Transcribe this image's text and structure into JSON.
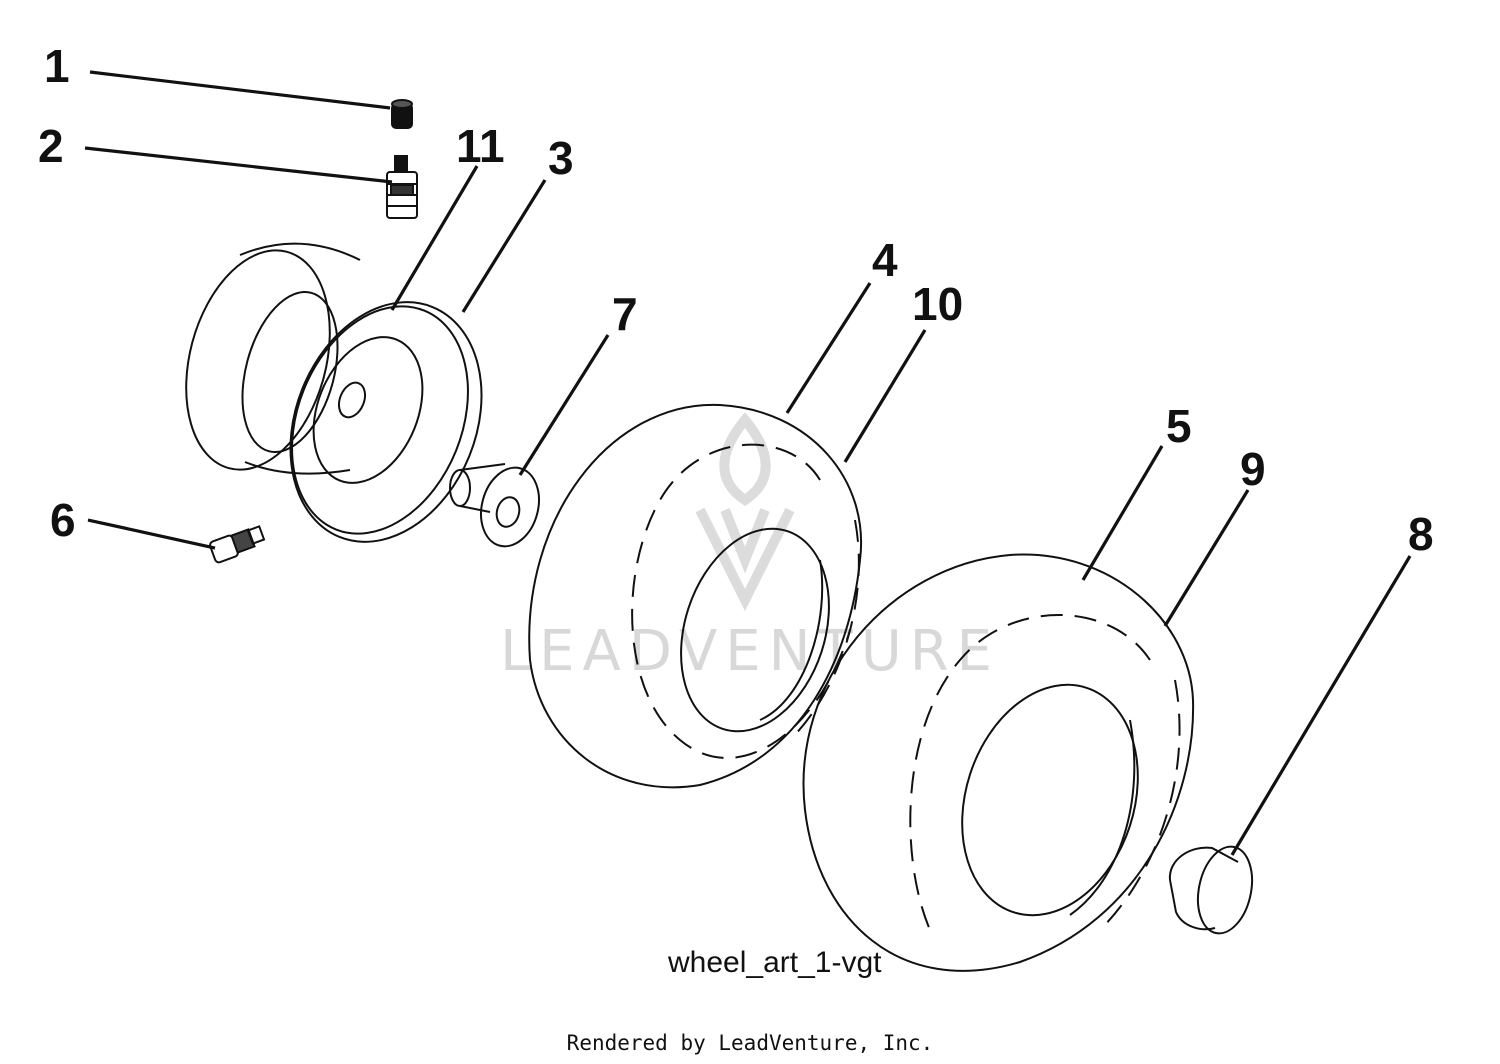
{
  "diagram": {
    "caption": "wheel_art_1-vgt",
    "footer": "Rendered by LeadVenture, Inc.",
    "watermark": "LEADVENTURE",
    "callouts": [
      "1",
      "2",
      "11",
      "3",
      "4",
      "10",
      "7",
      "5",
      "9",
      "6",
      "8"
    ],
    "colors": {
      "line": "#111111",
      "watermark": "#d8d8d8",
      "background": "#ffffff"
    },
    "parts": [
      {
        "callout": "1",
        "icon": "valve-cap-icon"
      },
      {
        "callout": "2",
        "icon": "valve-stem-icon"
      },
      {
        "callout": "11",
        "icon": "rim-icon"
      },
      {
        "callout": "3",
        "icon": "rim-seal-icon"
      },
      {
        "callout": "4",
        "icon": "tire-icon"
      },
      {
        "callout": "10",
        "icon": "tire-tread-icon"
      },
      {
        "callout": "7",
        "icon": "bushing-icon"
      },
      {
        "callout": "5",
        "icon": "tire-icon"
      },
      {
        "callout": "9",
        "icon": "tire-tread-icon"
      },
      {
        "callout": "6",
        "icon": "grease-fitting-icon"
      },
      {
        "callout": "8",
        "icon": "hub-cap-icon"
      }
    ]
  }
}
